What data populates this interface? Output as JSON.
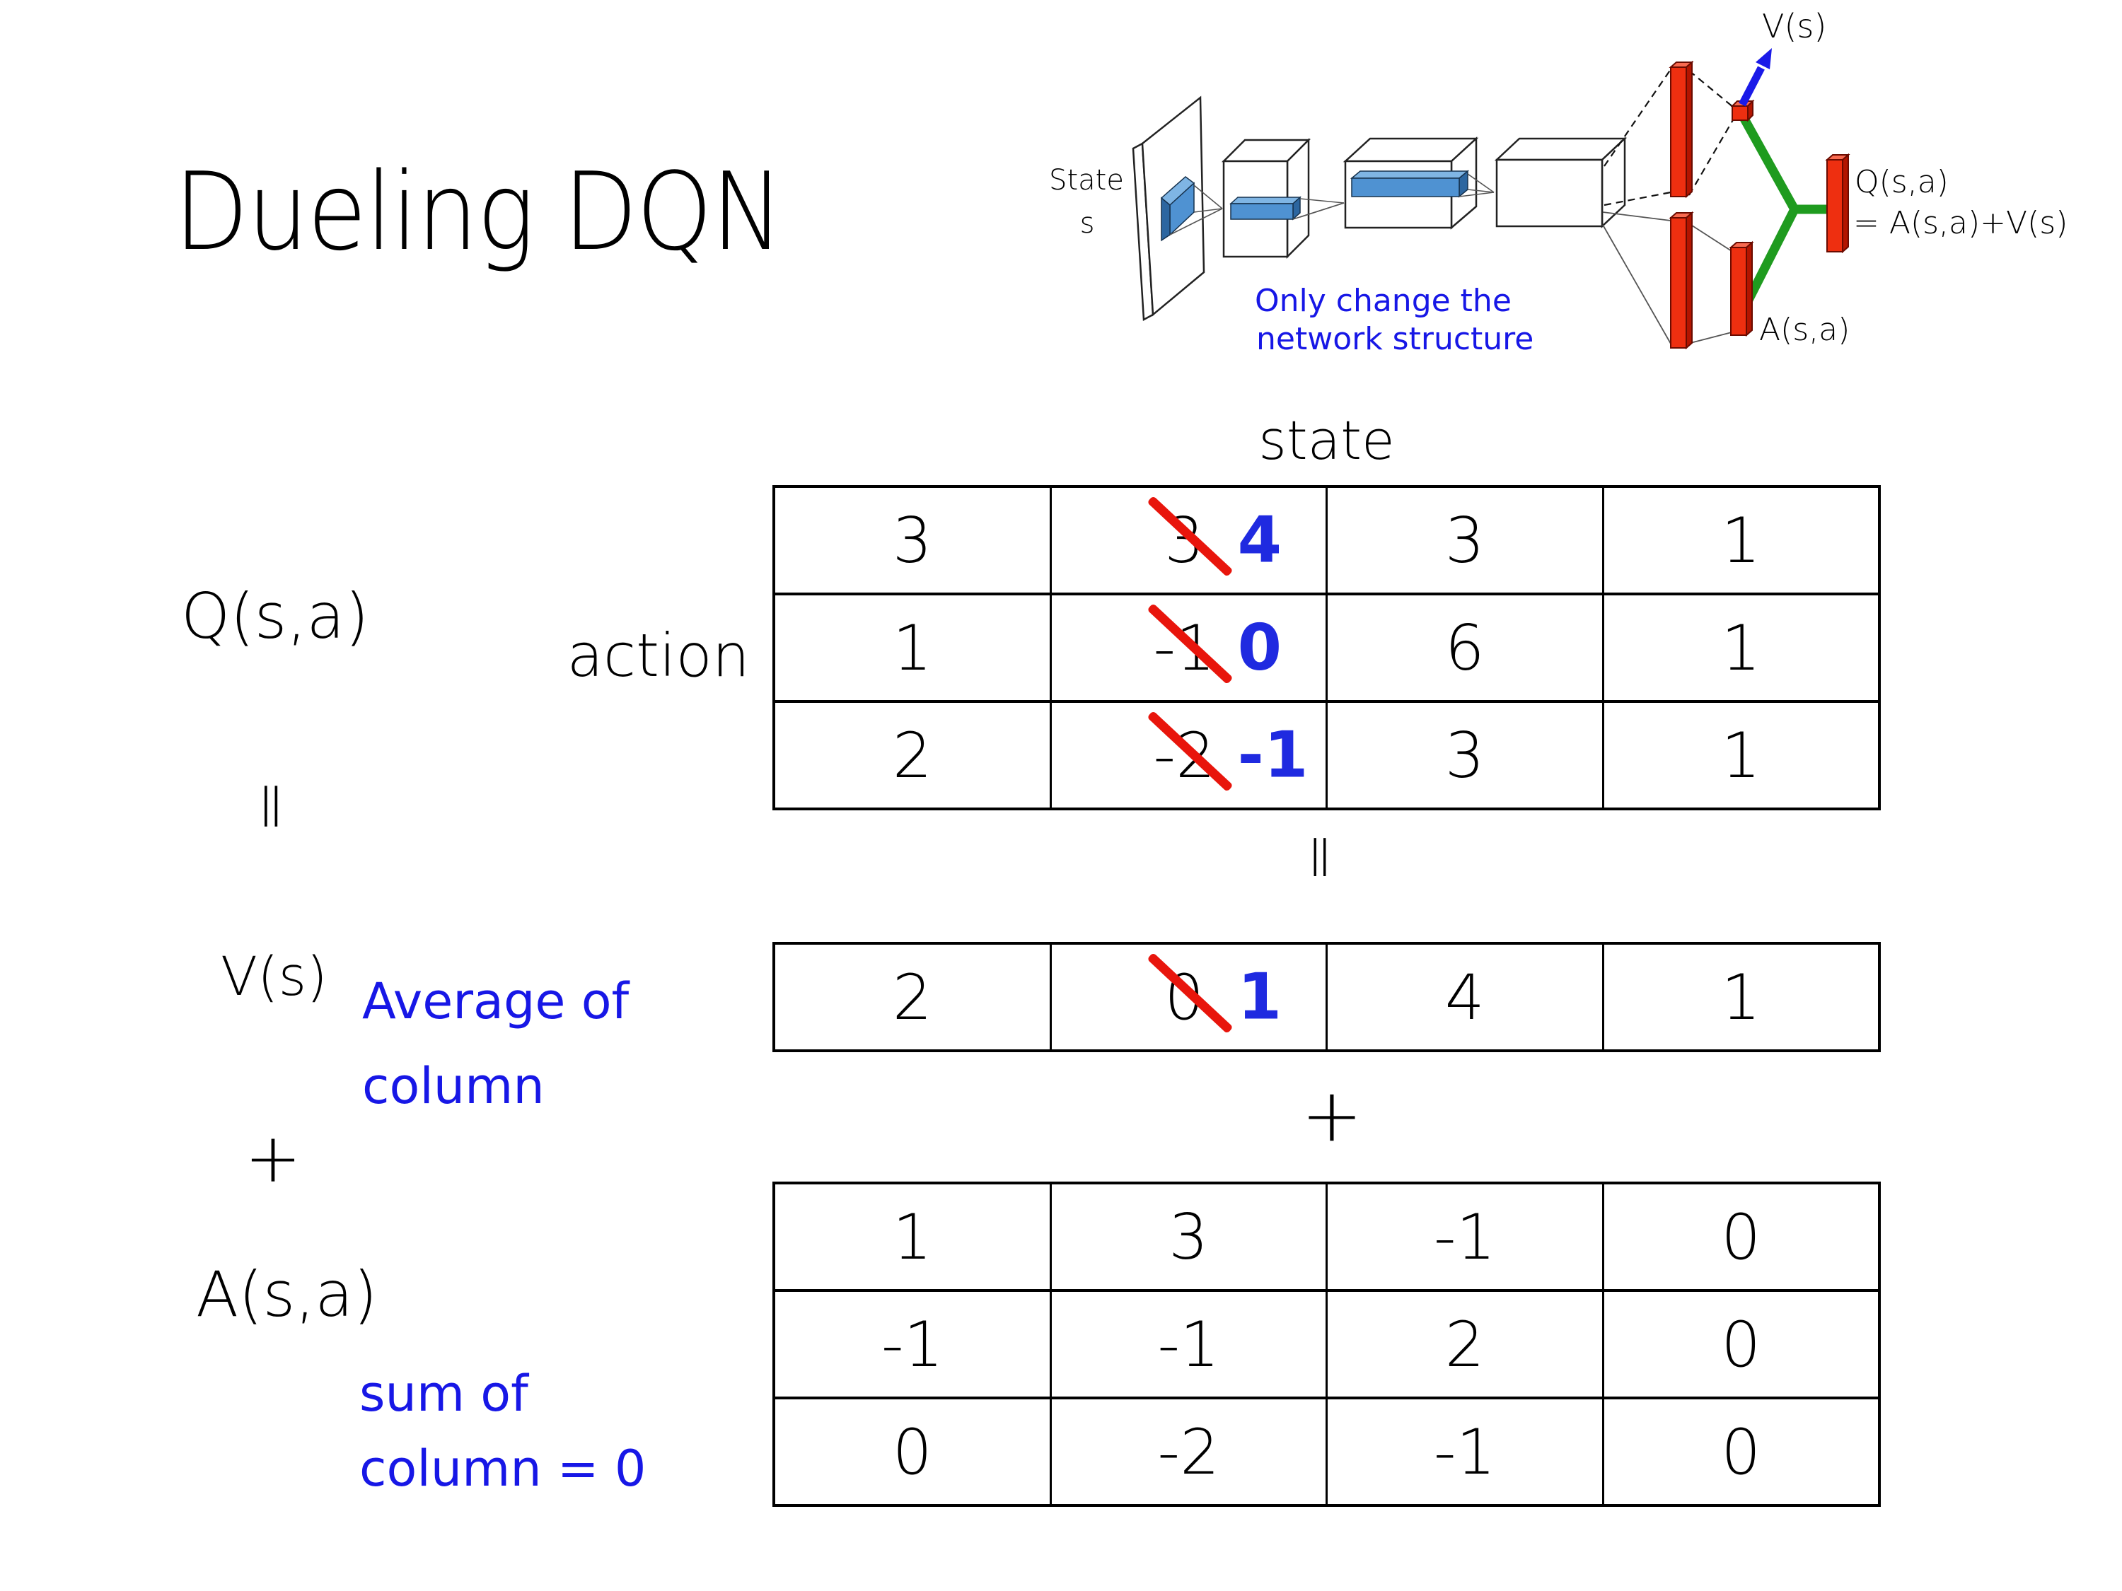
{
  "title": "Dueling DQN",
  "colors": {
    "accent_blue": "#1717e6",
    "new_value_blue": "#1f2ae0",
    "strike_red": "#e8150c",
    "bar_red": "#ee2f10",
    "connector_green": "#1f9b1f",
    "feature_blue": "#4f92d2"
  },
  "diagram": {
    "state_line1": "State",
    "state_line2": "s",
    "v_out": "V(s)",
    "q_out_line1": "Q(s,a)",
    "q_out_line2": "= A(s,a)+V(s)",
    "a_out": "A(s,a)",
    "note_line1": "Only change the",
    "note_line2": "network structure"
  },
  "headers": {
    "state": "state",
    "action": "action"
  },
  "side": {
    "q": "Q(s,a)",
    "v": "V(s)",
    "a": "A(s,a)",
    "avg_line1": "Average of",
    "avg_line2": "column",
    "sum_line1": "sum of",
    "sum_line2": "column = 0"
  },
  "operators": {
    "equals": "=",
    "plus": "+"
  },
  "tables": {
    "q": [
      [
        "3",
        {
          "old": "3",
          "new": "4"
        },
        "3",
        "1"
      ],
      [
        "1",
        {
          "old": "-1",
          "new": "0"
        },
        "6",
        "1"
      ],
      [
        "2",
        {
          "old": "-2",
          "new": "-1"
        },
        "3",
        "1"
      ]
    ],
    "v": [
      [
        "2",
        {
          "old": "0",
          "new": "1"
        },
        "4",
        "1"
      ]
    ],
    "a": [
      [
        "1",
        "3",
        "-1",
        "0"
      ],
      [
        "-1",
        "-1",
        "2",
        "0"
      ],
      [
        "0",
        "-2",
        "-1",
        "0"
      ]
    ]
  }
}
